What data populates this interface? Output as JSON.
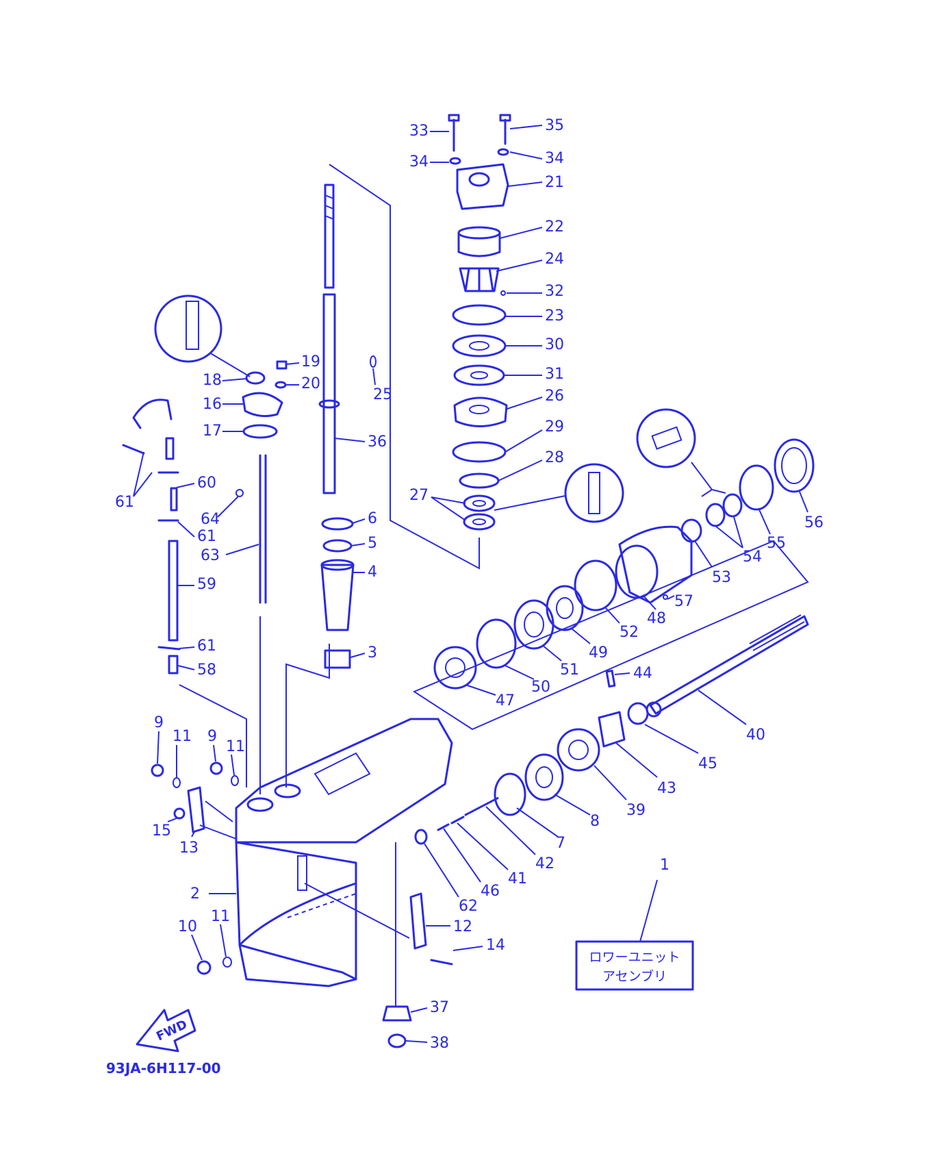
{
  "diagram": {
    "drawing_code": "93JA-6H117-00",
    "direction_label": "FWD",
    "assembly_label": {
      "number": "1",
      "line1": "ロワーユニット",
      "line2": "アセンブリ"
    },
    "callouts": [
      {
        "id": "c2",
        "text": "2"
      },
      {
        "id": "c3",
        "text": "3"
      },
      {
        "id": "c4",
        "text": "4"
      },
      {
        "id": "c5",
        "text": "5"
      },
      {
        "id": "c6",
        "text": "6"
      },
      {
        "id": "c7",
        "text": "7"
      },
      {
        "id": "c8",
        "text": "8"
      },
      {
        "id": "c9a",
        "text": "9"
      },
      {
        "id": "c9b",
        "text": "9"
      },
      {
        "id": "c10",
        "text": "10"
      },
      {
        "id": "c11a",
        "text": "11"
      },
      {
        "id": "c11b",
        "text": "11"
      },
      {
        "id": "c11c",
        "text": "11"
      },
      {
        "id": "c12",
        "text": "12"
      },
      {
        "id": "c13",
        "text": "13"
      },
      {
        "id": "c14",
        "text": "14"
      },
      {
        "id": "c15",
        "text": "15"
      },
      {
        "id": "c16",
        "text": "16"
      },
      {
        "id": "c17",
        "text": "17"
      },
      {
        "id": "c18",
        "text": "18"
      },
      {
        "id": "c19",
        "text": "19"
      },
      {
        "id": "c20",
        "text": "20"
      },
      {
        "id": "c21",
        "text": "21"
      },
      {
        "id": "c22",
        "text": "22"
      },
      {
        "id": "c23",
        "text": "23"
      },
      {
        "id": "c24",
        "text": "24"
      },
      {
        "id": "c25",
        "text": "25"
      },
      {
        "id": "c26",
        "text": "26"
      },
      {
        "id": "c27",
        "text": "27"
      },
      {
        "id": "c28",
        "text": "28"
      },
      {
        "id": "c29",
        "text": "29"
      },
      {
        "id": "c30",
        "text": "30"
      },
      {
        "id": "c31",
        "text": "31"
      },
      {
        "id": "c32",
        "text": "32"
      },
      {
        "id": "c33",
        "text": "33"
      },
      {
        "id": "c34a",
        "text": "34"
      },
      {
        "id": "c34b",
        "text": "34"
      },
      {
        "id": "c35",
        "text": "35"
      },
      {
        "id": "c36",
        "text": "36"
      },
      {
        "id": "c37",
        "text": "37"
      },
      {
        "id": "c38",
        "text": "38"
      },
      {
        "id": "c39",
        "text": "39"
      },
      {
        "id": "c40",
        "text": "40"
      },
      {
        "id": "c41",
        "text": "41"
      },
      {
        "id": "c42",
        "text": "42"
      },
      {
        "id": "c43",
        "text": "43"
      },
      {
        "id": "c44",
        "text": "44"
      },
      {
        "id": "c45",
        "text": "45"
      },
      {
        "id": "c46",
        "text": "46"
      },
      {
        "id": "c47",
        "text": "47"
      },
      {
        "id": "c48",
        "text": "48"
      },
      {
        "id": "c49",
        "text": "49"
      },
      {
        "id": "c50",
        "text": "50"
      },
      {
        "id": "c51",
        "text": "51"
      },
      {
        "id": "c52",
        "text": "52"
      },
      {
        "id": "c53",
        "text": "53"
      },
      {
        "id": "c54",
        "text": "54"
      },
      {
        "id": "c55",
        "text": "55"
      },
      {
        "id": "c56",
        "text": "56"
      },
      {
        "id": "c57",
        "text": "57"
      },
      {
        "id": "c58",
        "text": "58"
      },
      {
        "id": "c59",
        "text": "59"
      },
      {
        "id": "c60",
        "text": "60"
      },
      {
        "id": "c61a",
        "text": "61"
      },
      {
        "id": "c61b",
        "text": "61"
      },
      {
        "id": "c61c",
        "text": "61"
      },
      {
        "id": "c62",
        "text": "62"
      },
      {
        "id": "c63",
        "text": "63"
      },
      {
        "id": "c64",
        "text": "64"
      }
    ]
  },
  "colors": {
    "ink": "#2a2ae6",
    "background": "#ffffff"
  }
}
